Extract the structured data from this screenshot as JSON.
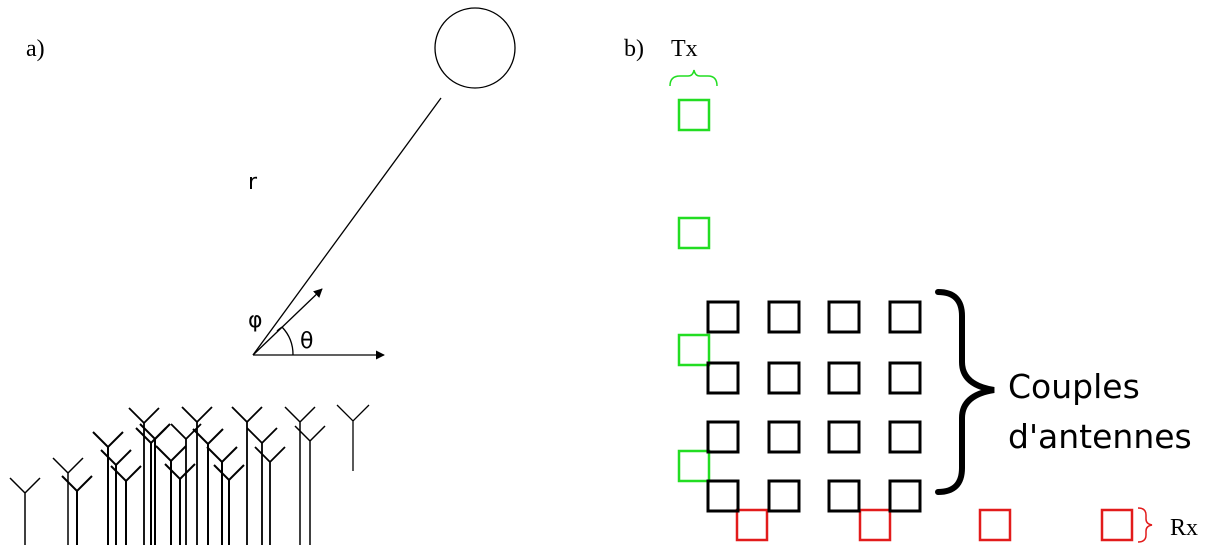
{
  "panel_a": {
    "label": "a)",
    "distance_label": "r",
    "elevation_label": "φ",
    "azimuth_label": "θ"
  },
  "panel_b": {
    "label": "b)",
    "tx_label": "Tx",
    "rx_label": "Rx",
    "couples_label_line1": "Couples",
    "couples_label_line2": "d'antennes"
  },
  "colors": {
    "tx": "#22dd22",
    "rx": "#e21b1b",
    "couple": "#000000"
  }
}
